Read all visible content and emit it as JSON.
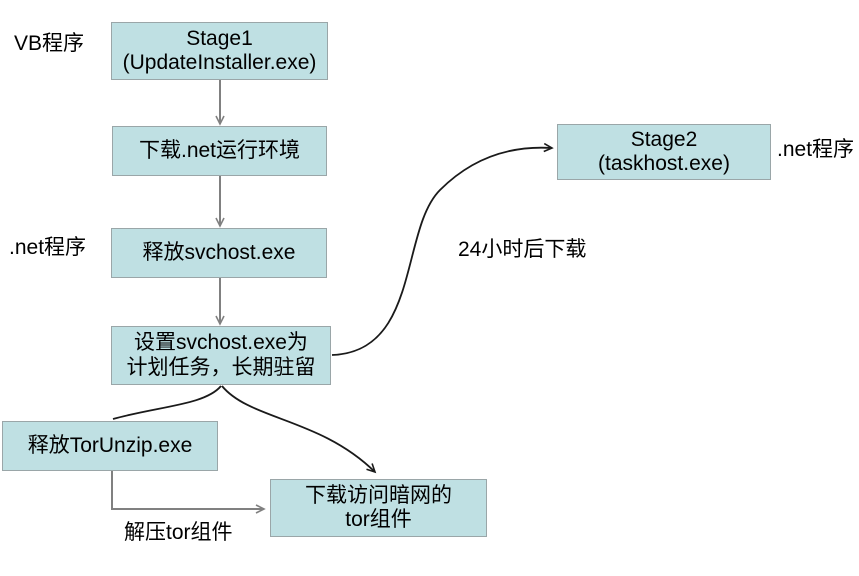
{
  "diagram": {
    "title": "Malware staged infection flow",
    "colors": {
      "node_fill": "#bfe0e3",
      "node_border": "#9aa6a8",
      "straight_arrow": "#808080",
      "curved_arrow": "#000000",
      "text": "#000000",
      "background": "#ffffff"
    },
    "nodes": [
      {
        "id": "stage1",
        "text": "Stage1\n(UpdateInstaller.exe)"
      },
      {
        "id": "dotnet",
        "text": "下载.net运行环境"
      },
      {
        "id": "svchost",
        "text": "释放svchost.exe"
      },
      {
        "id": "schedule",
        "text": "设置svchost.exe为\n计划任务，长期驻留"
      },
      {
        "id": "torunzip",
        "text": "释放TorUnzip.exe"
      },
      {
        "id": "torcomp",
        "text": "下载访问暗网的\ntor组件"
      },
      {
        "id": "stage2",
        "text": "Stage2\n(taskhost.exe)"
      }
    ],
    "side_labels": [
      {
        "id": "vb",
        "text": "VB程序"
      },
      {
        "id": "dotnet_l",
        "text": ".net程序"
      },
      {
        "id": "dotnet_r",
        "text": ".net程序"
      }
    ],
    "edge_labels": [
      {
        "id": "delay",
        "text": "24小时后下载"
      },
      {
        "id": "unzip",
        "text": "解压tor组件"
      }
    ]
  }
}
